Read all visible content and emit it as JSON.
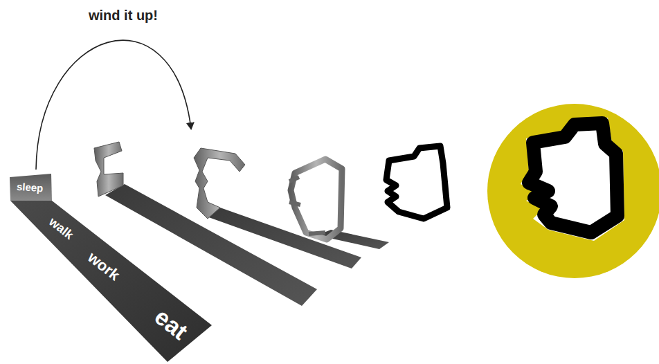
{
  "diagram": {
    "title": "wind it up!",
    "labels": [
      "sleep",
      "walk",
      "work",
      "eat"
    ]
  }
}
